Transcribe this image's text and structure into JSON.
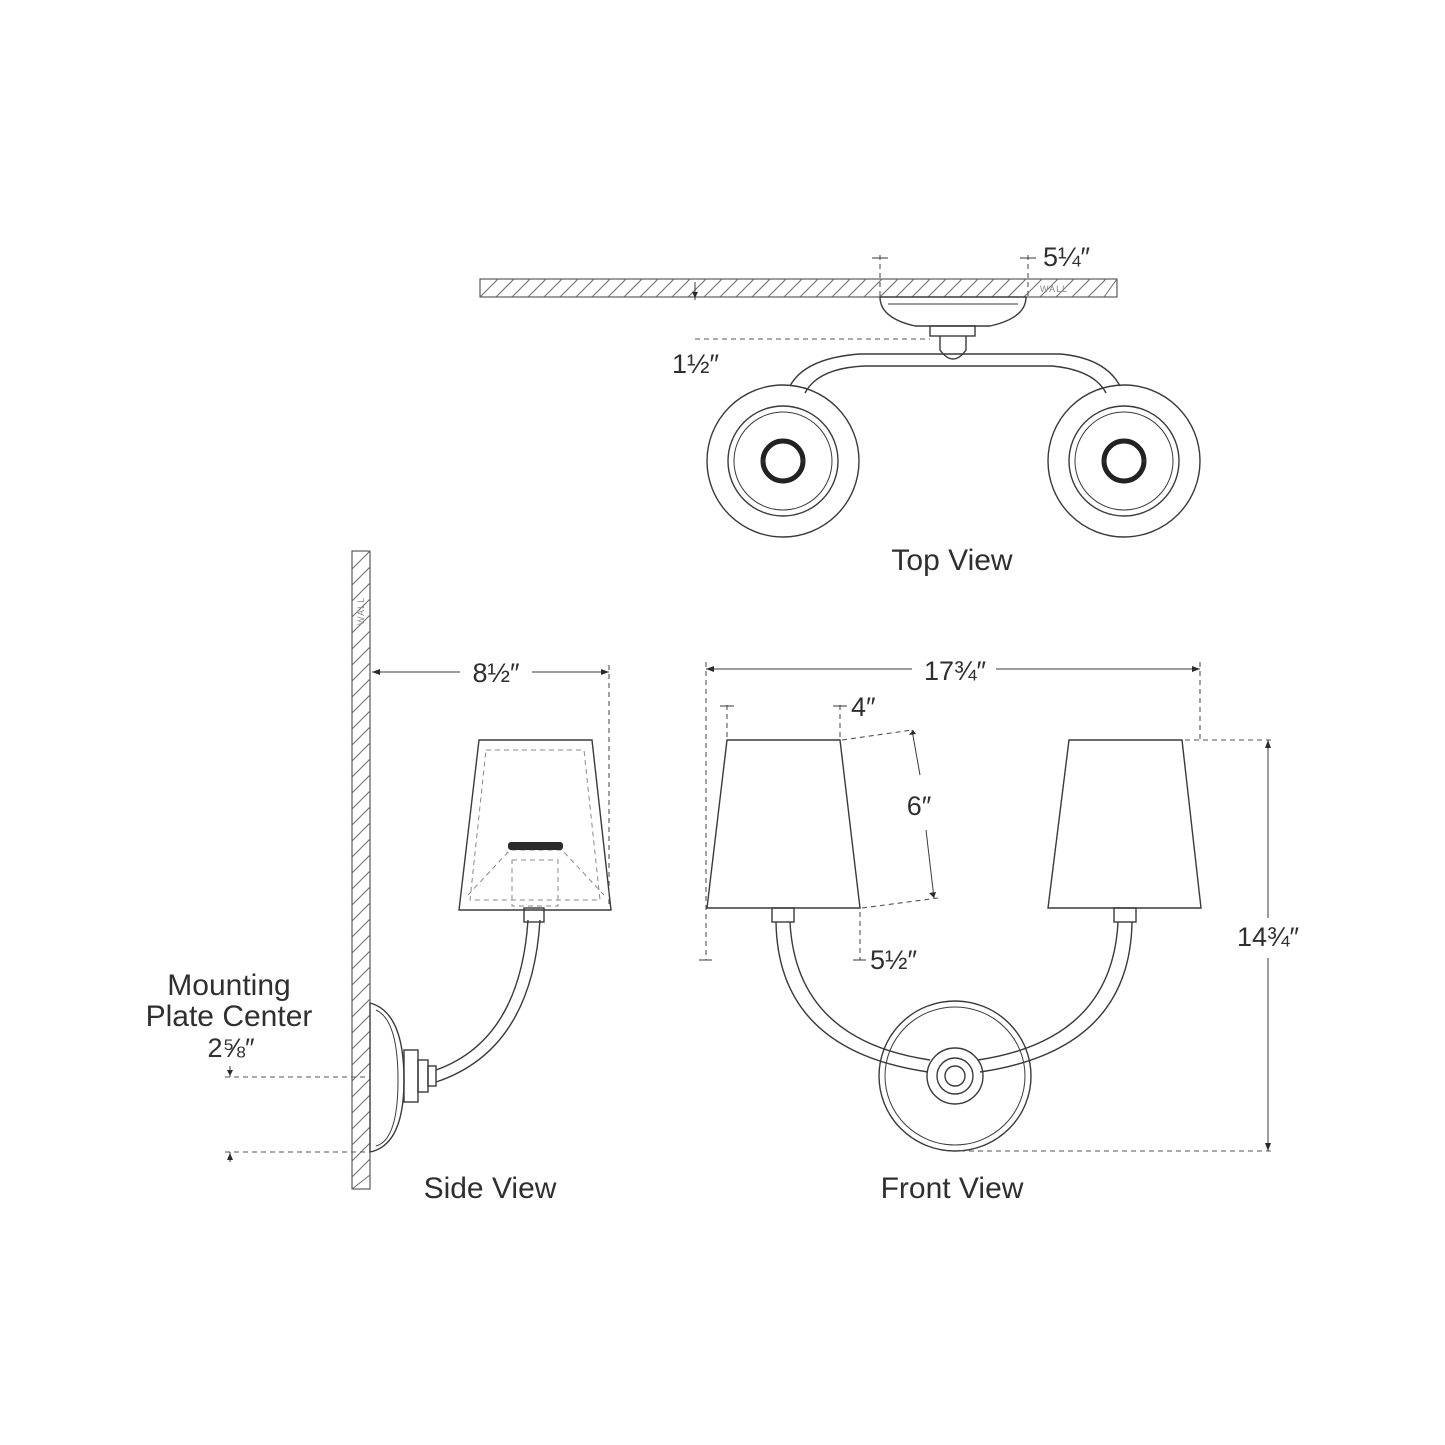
{
  "views": {
    "top": {
      "label": "Top View"
    },
    "side": {
      "label": "Side View"
    },
    "front": {
      "label": "Front View"
    }
  },
  "wall_label": "WALL",
  "mounting_plate": {
    "line1": "Mounting",
    "line2": "Plate Center",
    "value": "2⅝″"
  },
  "dimensions": {
    "backplate_depth": "5¼″",
    "arm_offset": "1½″",
    "extension": "8½″",
    "overall_width": "17¾″",
    "shade_top_width": "4″",
    "shade_height": "6″",
    "shade_bottom_width": "5½″",
    "overall_height": "14¾″"
  }
}
